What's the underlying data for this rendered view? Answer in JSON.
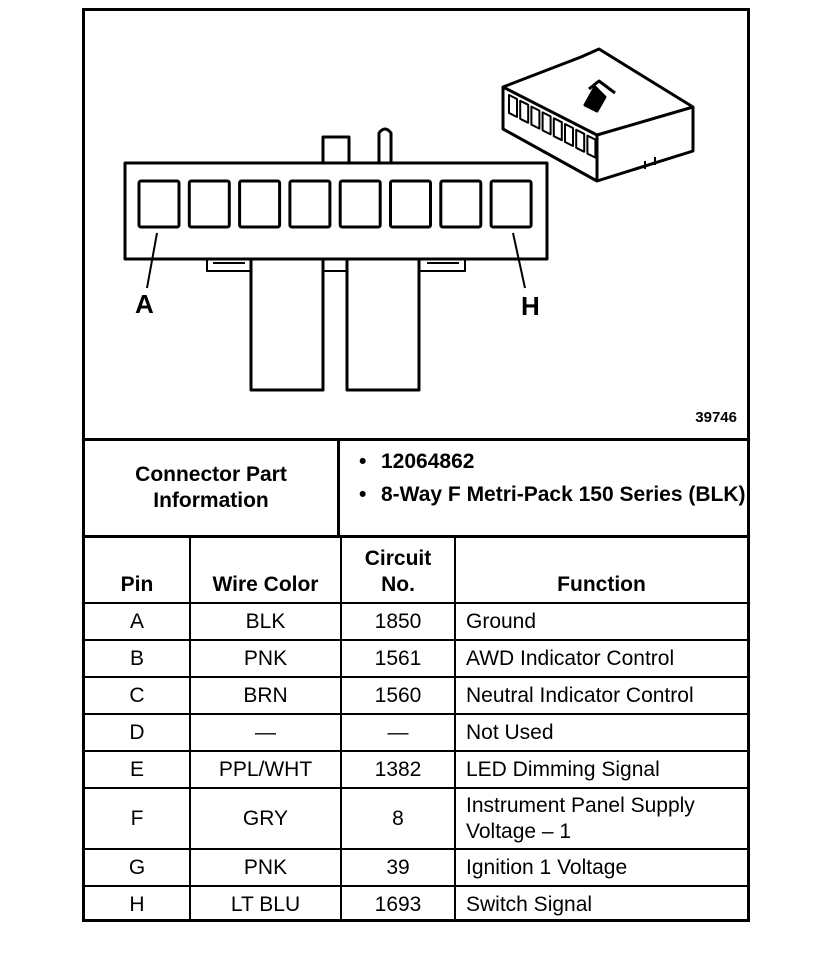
{
  "figure": {
    "pin_start_label": "A",
    "pin_end_label": "H",
    "figure_number": "39746"
  },
  "connector_info": {
    "label": "Connector Part Information",
    "items": [
      "12064862",
      "8-Way F Metri-Pack 150 Series (BLK)"
    ]
  },
  "table": {
    "headers": {
      "pin": "Pin",
      "wire_color": "Wire Color",
      "circuit_no": "Circuit No.",
      "function": "Function"
    },
    "rows": [
      {
        "pin": "A",
        "wire_color": "BLK",
        "circuit": "1850",
        "function": "Ground"
      },
      {
        "pin": "B",
        "wire_color": "PNK",
        "circuit": "1561",
        "function": "AWD Indicator Control"
      },
      {
        "pin": "C",
        "wire_color": "BRN",
        "circuit": "1560",
        "function": "Neutral Indicator Control"
      },
      {
        "pin": "D",
        "wire_color": "—",
        "circuit": "—",
        "function": "Not Used"
      },
      {
        "pin": "E",
        "wire_color": "PPL/WHT",
        "circuit": "1382",
        "function": "LED Dimming Signal"
      },
      {
        "pin": "F",
        "wire_color": "GRY",
        "circuit": "8",
        "function": "Instrument Panel Supply Voltage – 1"
      },
      {
        "pin": "G",
        "wire_color": "PNK",
        "circuit": "39",
        "function": "Ignition 1 Voltage"
      },
      {
        "pin": "H",
        "wire_color": "LT BLU",
        "circuit": "1693",
        "function": "Switch Signal"
      }
    ]
  }
}
